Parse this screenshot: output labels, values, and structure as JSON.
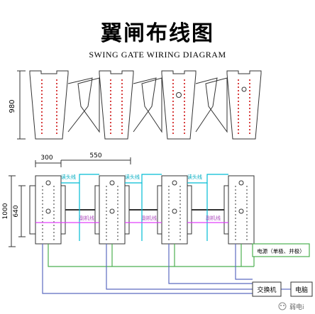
{
  "title": "翼闸布线图",
  "subtitle": "SWING GATE WIRING DIAGRAM",
  "dimensions": {
    "height_top": "980",
    "width_a": "300",
    "width_b": "550",
    "height_total": "1000",
    "height_inner": "640"
  },
  "labels": {
    "read_line_1": "读头线",
    "read_line_2": "读头线",
    "read_line_3": "读头线",
    "dev_line_1": "副机线",
    "dev_line_2": "副机线",
    "dev_line_3": "副机线",
    "power": "电源（单极、并极）",
    "switch": "交换机",
    "computer": "电脑"
  },
  "watermark": "弱电i"
}
